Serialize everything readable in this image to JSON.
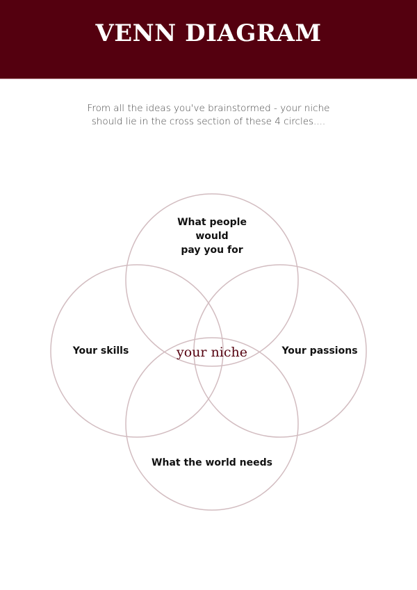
{
  "header": {
    "title": "VENN DIAGRAM"
  },
  "intro": {
    "line1": "From all the ideas you've brainstormed - your niche",
    "line2": "should lie in the cross section of these 4 circles...."
  },
  "diagram": {
    "circles": [
      {
        "id": "top",
        "label_lines": [
          "What people",
          "would",
          "pay you for"
        ]
      },
      {
        "id": "left",
        "label": "Your skills"
      },
      {
        "id": "right",
        "label": "Your passions"
      },
      {
        "id": "bottom",
        "label": "What the world needs"
      }
    ],
    "center_label": "your niche",
    "stroke_color": "#d2bcc0",
    "accent_color": "#54000f"
  }
}
